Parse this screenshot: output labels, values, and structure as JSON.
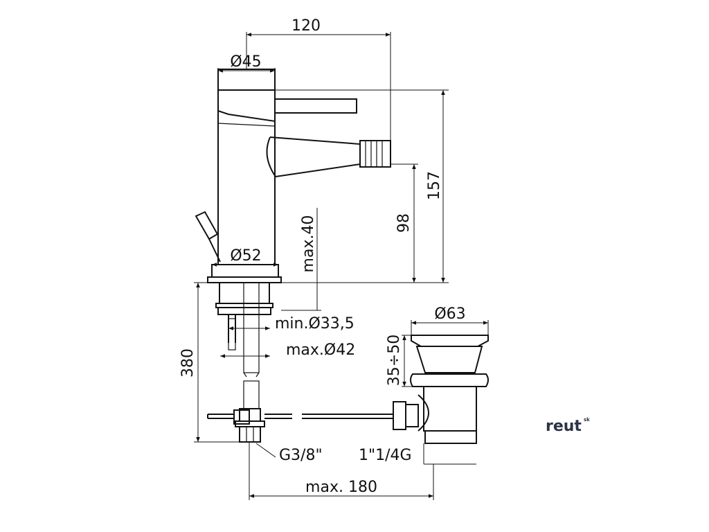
{
  "diagram": {
    "dimensions": {
      "spout_reach": "120",
      "body_diameter": "Ø45",
      "base_diameter": "Ø52",
      "total_height": "157",
      "spout_height": "98",
      "deck_thickness": "max.40",
      "hole_min": "min.Ø33,5",
      "hole_max": "max.Ø42",
      "hose_length": "380",
      "waste_diameter": "Ø63",
      "waste_height": "35÷50",
      "inlet_thread": "G3/8\"",
      "waste_thread": "1\"1/4G",
      "rod_length": "max. 180"
    }
  },
  "brand": {
    "name": "reut",
    "superscript": "sk",
    "color": "#2b3446"
  }
}
